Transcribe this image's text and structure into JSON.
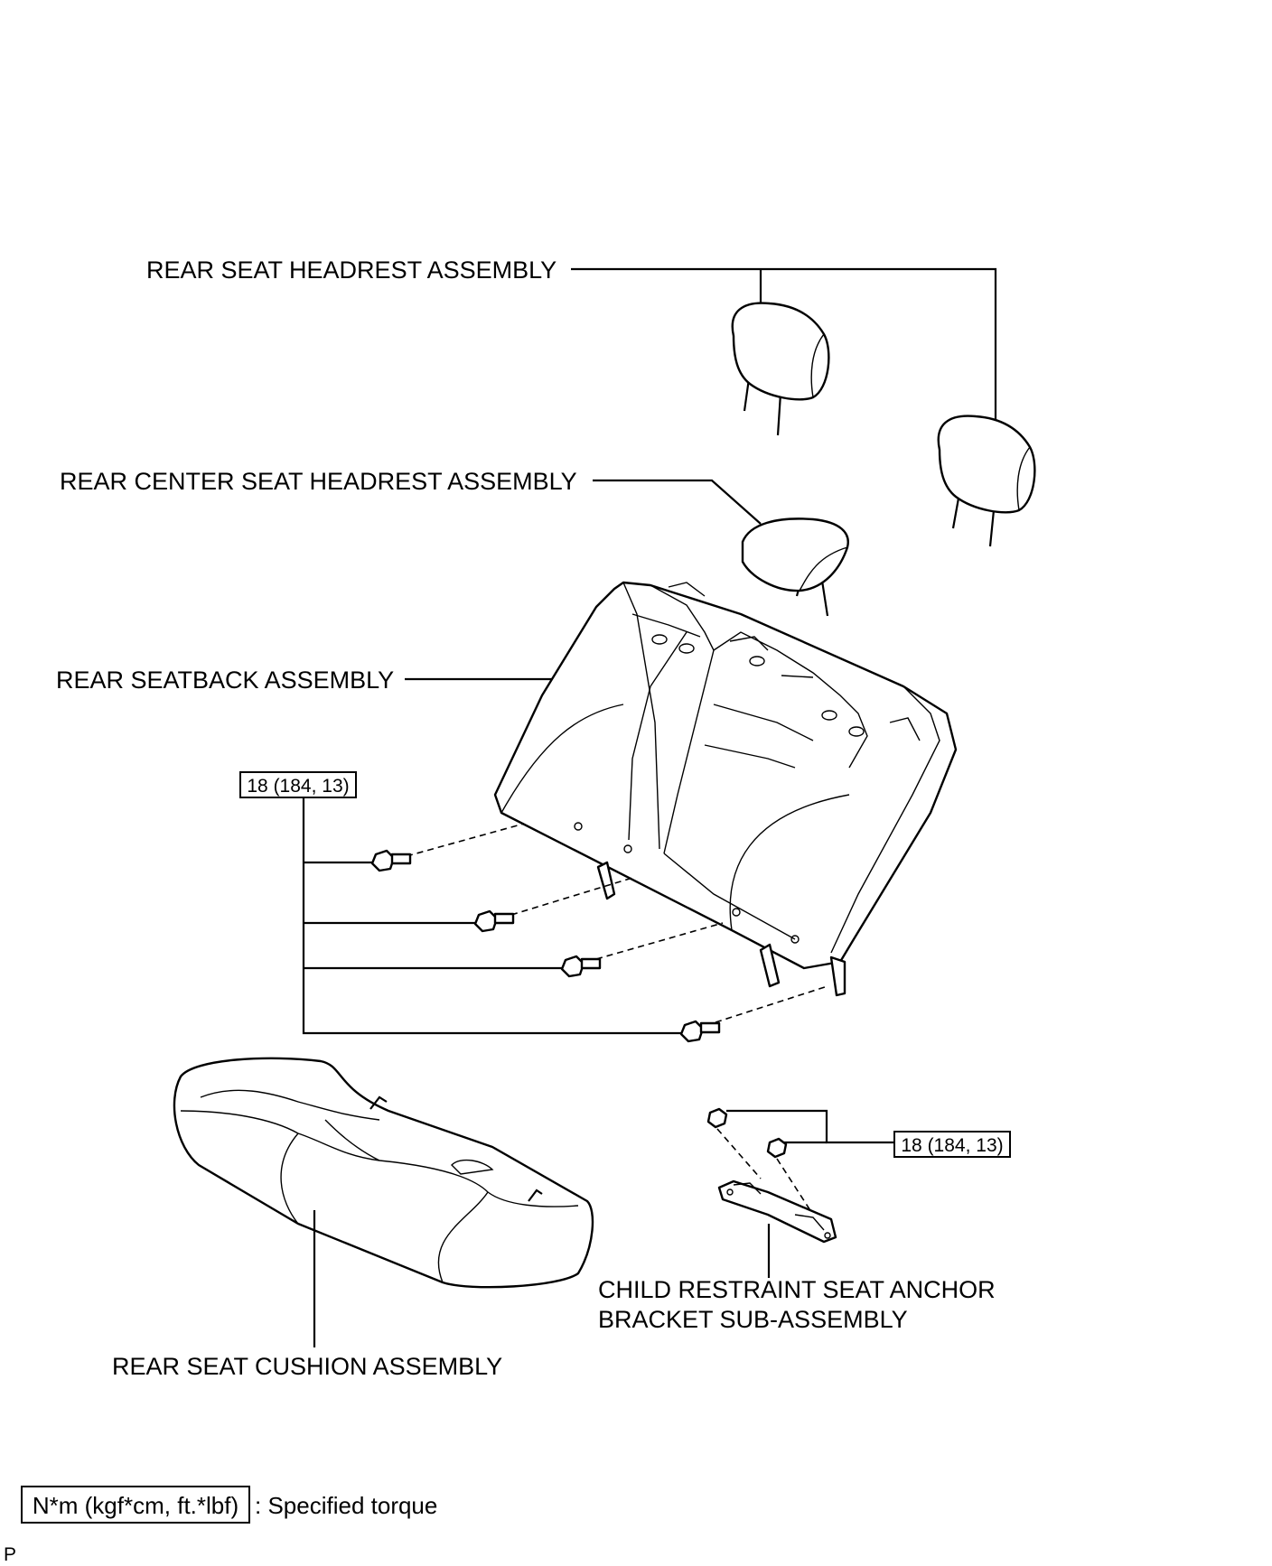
{
  "labels": {
    "rear_seat_headrest": "REAR SEAT HEADREST ASSEMBLY",
    "rear_center_seat_headrest": "REAR CENTER SEAT HEADREST ASSEMBLY",
    "rear_seatback": "REAR SEATBACK ASSEMBLY",
    "rear_seat_cushion": "REAR SEAT CUSHION ASSEMBLY",
    "child_anchor_line1": "CHILD RESTRAINT SEAT ANCHOR",
    "child_anchor_line2": "BRACKET SUB-ASSEMBLY"
  },
  "torque": {
    "seatback_bolts": "18 (184, 13)",
    "anchor_bracket_nuts": "18 (184, 13)"
  },
  "legend": {
    "unit_box": "N*m (kgf*cm, ft.*lbf)",
    "description": ": Specified torque"
  },
  "corner_mark": "P"
}
